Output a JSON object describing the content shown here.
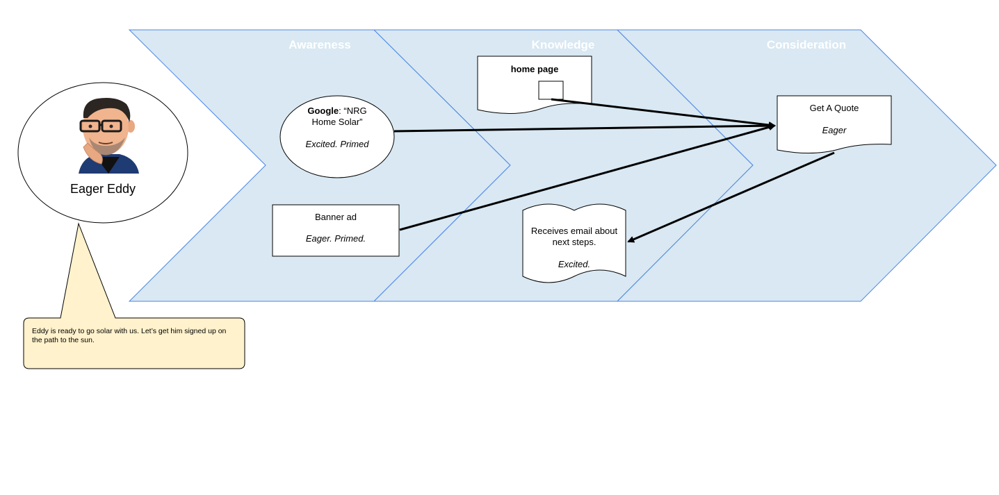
{
  "colors": {
    "stage_fill": "#d9e8f2",
    "stage_stroke": "#4a86e8",
    "note_fill": "#fff2cc",
    "connector": "#000000"
  },
  "stages": [
    {
      "label": "Awareness"
    },
    {
      "label": "Knowledge"
    },
    {
      "label": "Consideration"
    }
  ],
  "persona": {
    "name": "Eager Eddy",
    "avatar_icon": "cartoon-man-avatar"
  },
  "note": {
    "text": "Eddy is ready to go solar with us.  Let’s get him signed up on the path to the sun."
  },
  "touchpoints": {
    "google": {
      "bold": "Google",
      "rest": ": “NRG",
      "line2": "Home Solar”",
      "emotion": "Excited. Primed"
    },
    "banner": {
      "title": "Banner ad",
      "emotion": "Eager. Primed."
    },
    "home_page": {
      "title": "home page"
    },
    "quote": {
      "title": "Get A Quote",
      "emotion": "Eager"
    },
    "email": {
      "line1": "Receives email about",
      "line2": "next steps.",
      "emotion": "Excited."
    }
  }
}
